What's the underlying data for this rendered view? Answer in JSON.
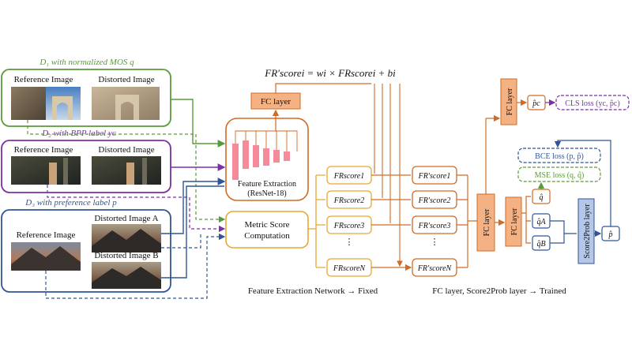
{
  "datasets": {
    "d1": {
      "title": "D₁ with normalized MOS q",
      "ref_label": "Reference Image",
      "dist_label": "Distorted Image"
    },
    "d2": {
      "title": "D₂ with BPP label yᴄ",
      "ref_label": "Reference Image",
      "dist_label": "Distorted Image"
    },
    "d3": {
      "title": "D₃ with preference label p",
      "ref_label": "Reference Image",
      "dist_a_label": "Distorted Image A",
      "dist_b_label": "Distorted Image B"
    }
  },
  "formula": "FR′scorei = wi × FRscorei + bi",
  "fc_layer_top": "FC layer",
  "feature_extraction": {
    "line1": "Feature Extraction",
    "line2": "(ResNet-18)"
  },
  "metric_score": {
    "line1": "Metric Score",
    "line2": "Computation"
  },
  "fr_scores": [
    "FRscore1",
    "FRscore2",
    "FRscore3",
    "⋮",
    "FRscoreN"
  ],
  "fr_prime_scores": [
    "FR′score1",
    "FR′score2",
    "FR′score3",
    "⋮",
    "FR′scoreN"
  ],
  "fc_layer_labels": [
    "FC layer",
    "FC layer",
    "FC layer"
  ],
  "score2prob_label": "Score2Prob layer",
  "outputs": {
    "pc": "p̂c",
    "q": "q̂",
    "qa": "q̂A",
    "qb": "q̂B",
    "p": "p̂"
  },
  "losses": {
    "cls": "CLS loss (yc, p̂c)",
    "bce": "BCE loss (p, p̂)",
    "mse": "MSE loss (q, q̂)"
  },
  "captions": {
    "left": "Feature Extraction Network → Fixed",
    "right": "FC layer, Score2Prob layer → Trained"
  },
  "colors": {
    "green": "#5b9a3a",
    "purple": "#7b2fa8",
    "blue": "#2f5597",
    "orange": "#d06b26",
    "yellow": "#e8a832",
    "fc_fill": "#f4b183",
    "pink": "#f48a9a",
    "score2prob_fill": "#b4c7e7"
  }
}
